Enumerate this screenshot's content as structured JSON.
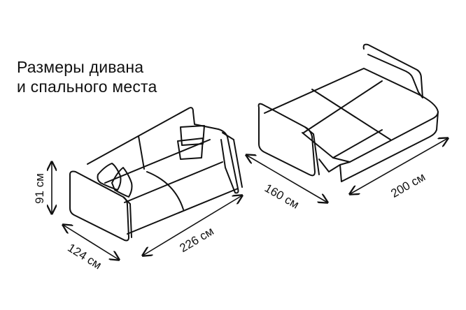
{
  "title": {
    "line1": "Размеры дивана",
    "line2": "и спального места"
  },
  "dimensions": {
    "sofa_height": "91 см",
    "sofa_depth": "124 см",
    "sofa_width": "226 см",
    "bed_width": "160 см",
    "bed_length": "200 см"
  },
  "colors": {
    "line": "#111111",
    "background": "#ffffff"
  }
}
